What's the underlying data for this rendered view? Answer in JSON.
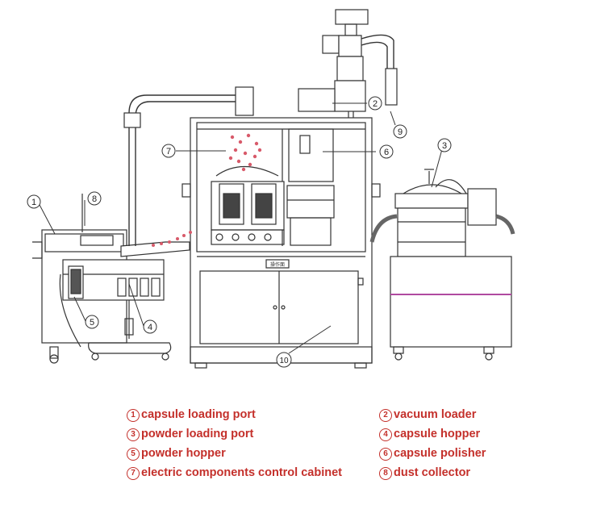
{
  "callouts": [
    "1",
    "2",
    "3",
    "4",
    "5",
    "6",
    "7",
    "8",
    "9",
    "10"
  ],
  "panel_label": "操作面",
  "legend": [
    {
      "num": "1",
      "text": "capsule loading port"
    },
    {
      "num": "2",
      "text": "vacuum loader"
    },
    {
      "num": "3",
      "text": "powder loading port"
    },
    {
      "num": "4",
      "text": "capsule hopper"
    },
    {
      "num": "5",
      "text": "powder hopper"
    },
    {
      "num": "6",
      "text": "capsule polisher"
    },
    {
      "num": "7",
      "text": "electric components control cabinet"
    },
    {
      "num": "8",
      "text": "dust collector"
    }
  ],
  "colors": {
    "legend_text": "#c4302b",
    "line": "#333333",
    "capsule": "#d85a6a",
    "trim": "#b04aa0"
  }
}
